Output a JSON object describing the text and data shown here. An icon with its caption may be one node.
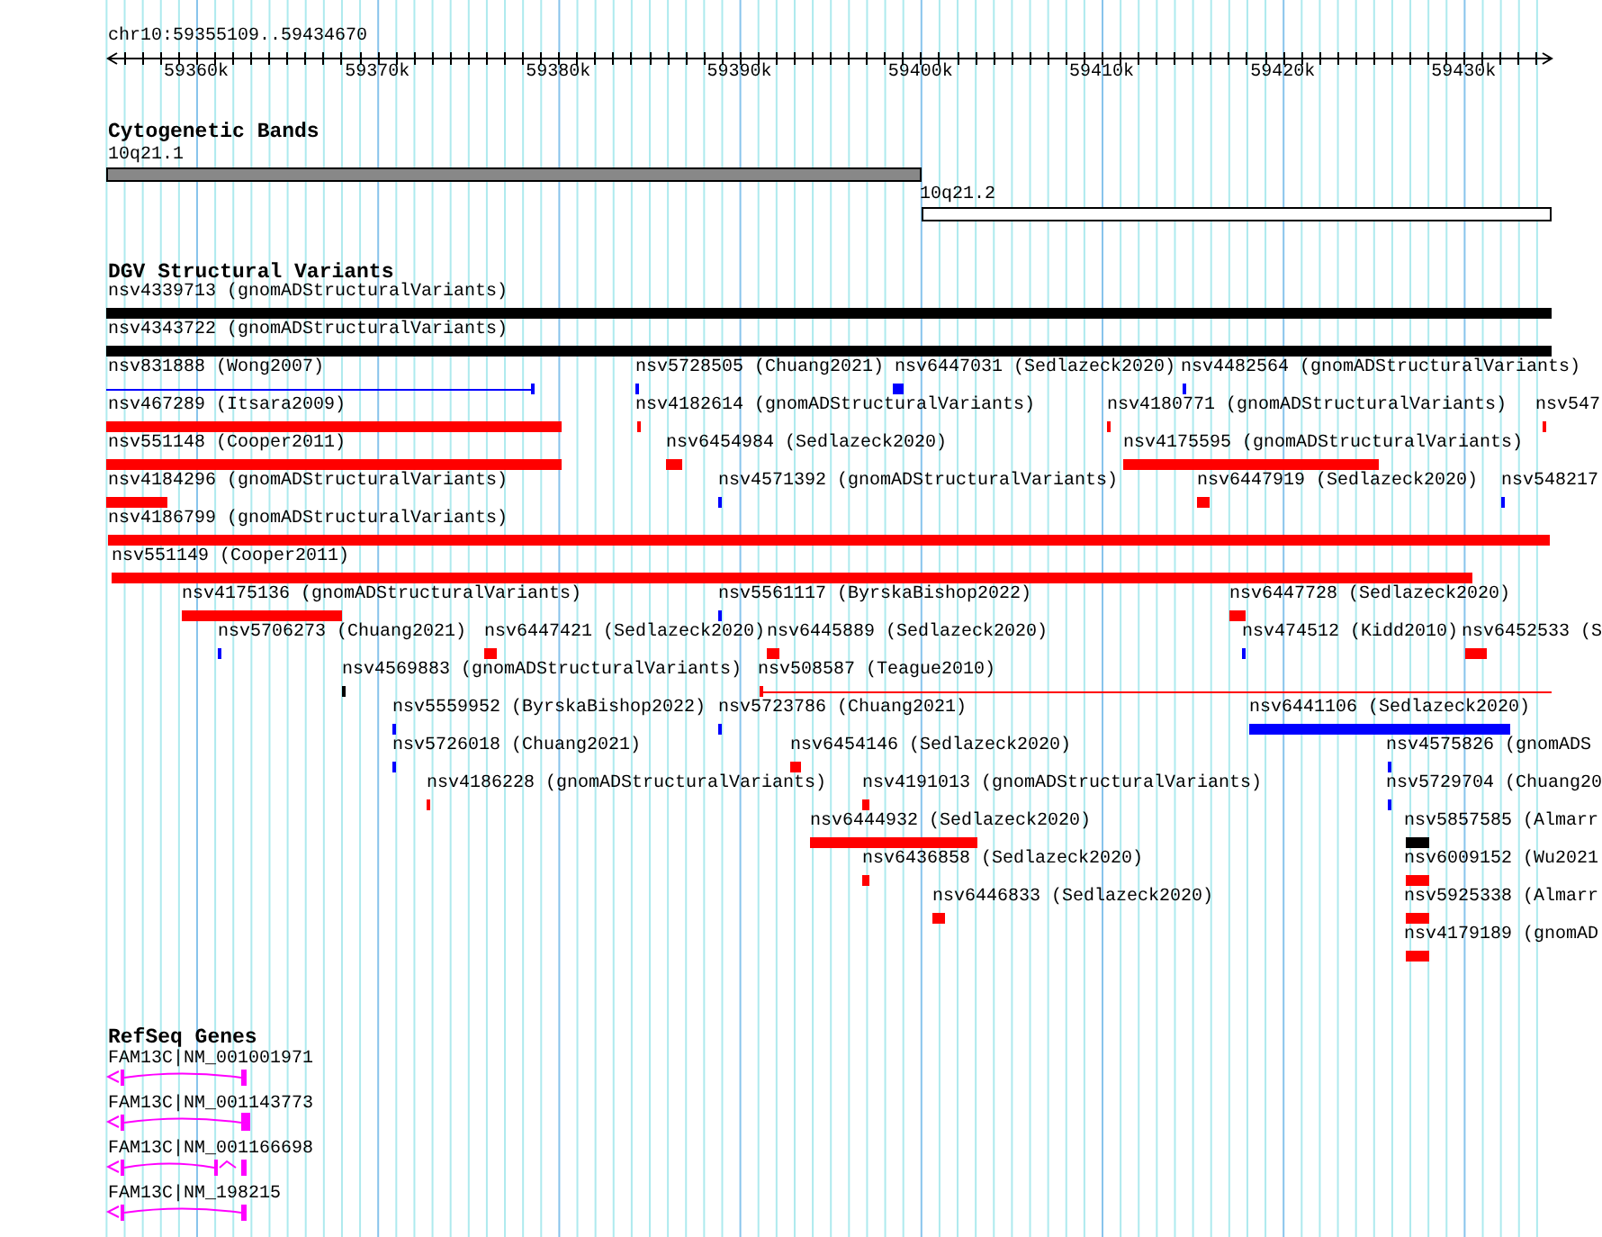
{
  "diagram": {
    "nodes": [
      {
        "text": [
          "10q21.1"
        ]
      },
      {
        "text": [
          "10q21.2"
        ]
      },
      {
        "text": [
          "nsv4339713 (gnomADStructuralVariants)"
        ]
      },
      {
        "text": [
          "nsv4343722 (gnomADStructuralVariants)"
        ]
      },
      {
        "text": [
          "nsv831888 (Wong2007)"
        ]
      },
      {
        "text": [
          "nsv5728505 (Chuang2021)"
        ]
      },
      {
        "text": [
          "nsv6447031 (Sedlazeck2020)"
        ]
      },
      {
        "text": [
          "nsv4482564 (gnomADStructuralVariants)"
        ]
      },
      {
        "text": [
          "nsv467289 (Itsara2009)"
        ]
      },
      {
        "text": [
          "nsv4182614 (gnomADStructuralVariants)"
        ]
      },
      {
        "text": [
          "nsv4180771 (gnomADStructuralVariants)"
        ]
      },
      {
        "text": [
          "nsv547"
        ]
      },
      {
        "text": [
          "nsv551148 (Cooper2011)"
        ]
      },
      {
        "text": [
          "nsv6454984 (Sedlazeck2020)"
        ]
      },
      {
        "text": [
          "nsv4175595 (gnomADStructuralVariants)"
        ]
      },
      {
        "text": [
          "nsv4184296 (gnomADStructuralVariants)"
        ]
      },
      {
        "text": [
          "nsv4571392 (gnomADStructuralVariants)"
        ]
      },
      {
        "text": [
          "nsv6447919 (Sedlazeck2020)"
        ]
      },
      {
        "text": [
          "nsv548217"
        ]
      },
      {
        "text": [
          "nsv4186799 (gnomADStructuralVariants)"
        ]
      },
      {
        "text": [
          "nsv551149 (Cooper2011)"
        ]
      },
      {
        "text": [
          "nsv4175136 (gnomADStructuralVariants)"
        ]
      },
      {
        "text": [
          "nsv5561117 (ByrskaBishop2022)"
        ]
      },
      {
        "text": [
          "nsv6447728 (Sedlazeck2020)"
        ]
      },
      {
        "text": [
          "nsv5706273 (Chuang2021)"
        ]
      },
      {
        "text": [
          "nsv6447421 (Sedlazeck2020)"
        ]
      },
      {
        "text": [
          "nsv6445889 (Sedlazeck2020)"
        ]
      },
      {
        "text": [
          "nsv474512 (Kidd2010)"
        ]
      },
      {
        "text": [
          "nsv6452533 (S"
        ]
      },
      {
        "text": [
          "nsv4569883 (gnomADStructuralVariants)"
        ]
      },
      {
        "text": [
          "nsv508587 (Teague2010)"
        ]
      },
      {
        "text": [
          "nsv5559952 (ByrskaBishop2022)"
        ]
      },
      {
        "text": [
          "nsv5723786 (Chuang2021)"
        ]
      },
      {
        "text": [
          "nsv6441106 (Sedlazeck2020)"
        ]
      },
      {
        "text": [
          "nsv5726018 (Chuang2021)"
        ]
      },
      {
        "text": [
          "nsv6454146 (Sedlazeck2020)"
        ]
      },
      {
        "text": [
          "nsv4575826 (gnomADS"
        ]
      },
      {
        "text": [
          "nsv4186228 (gnomADStructuralVariants)"
        ]
      },
      {
        "text": [
          "nsv4191013 (gnomADStructuralVariants)"
        ]
      },
      {
        "text": [
          "nsv5729704 (Chuang20"
        ]
      },
      {
        "text": [
          "nsv6444932 (Sedlazeck2020)"
        ]
      },
      {
        "text": [
          "nsv5857585 (Almarr"
        ]
      },
      {
        "text": [
          "nsv6436858 (Sedlazeck2020)"
        ]
      },
      {
        "text": [
          "nsv6009152 (Wu2021"
        ]
      },
      {
        "text": [
          "nsv6446833 (Sedlazeck2020)"
        ]
      },
      {
        "text": [
          "nsv5925338 (Almarr"
        ]
      },
      {
        "text": [
          "nsv4179189 (gnomAD"
        ]
      },
      {
        "text": [
          "FAM13C|NM_001001971"
        ]
      },
      {
        "text": [
          "FAM13C|NM_001143773"
        ]
      },
      {
        "text": [
          "FAM13C|NM_001166698"
        ]
      },
      {
        "text": [
          "FAM13C|NM_198215"
        ]
      }
    ],
    "labels": [
      "chr10:59355109..59434670",
      "59360k",
      "59370k",
      "59380k",
      "59390k",
      "59400k",
      "59410k",
      "59420k",
      "59430k",
      "Cytogenetic Bands",
      "DGV Structural Variants",
      "RefSeq Genes"
    ]
  }
}
